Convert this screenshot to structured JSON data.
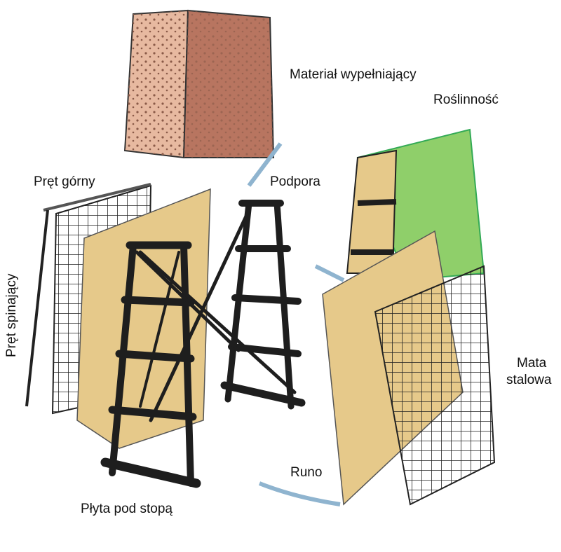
{
  "title": "Gabion wall components",
  "labels": {
    "fill_material": "Materiał wypełniający",
    "vegetation": "Roślinność",
    "top_bar": "Pręt górny",
    "support": "Podpora",
    "tie_bar": "Pręt spinający",
    "steel_mesh_line1": "Mata",
    "steel_mesh_line2": "stalowa",
    "fleece": "Runo",
    "foot_plate": "Płyta pod stopą"
  },
  "colors": {
    "block_light": "#e7b9a0",
    "block_dark": "#b87560",
    "fleece": "#e6c98a",
    "vegetation": "#8fcf6a",
    "frame": "#1e1e1e",
    "arrow": "#8fb4cf"
  }
}
